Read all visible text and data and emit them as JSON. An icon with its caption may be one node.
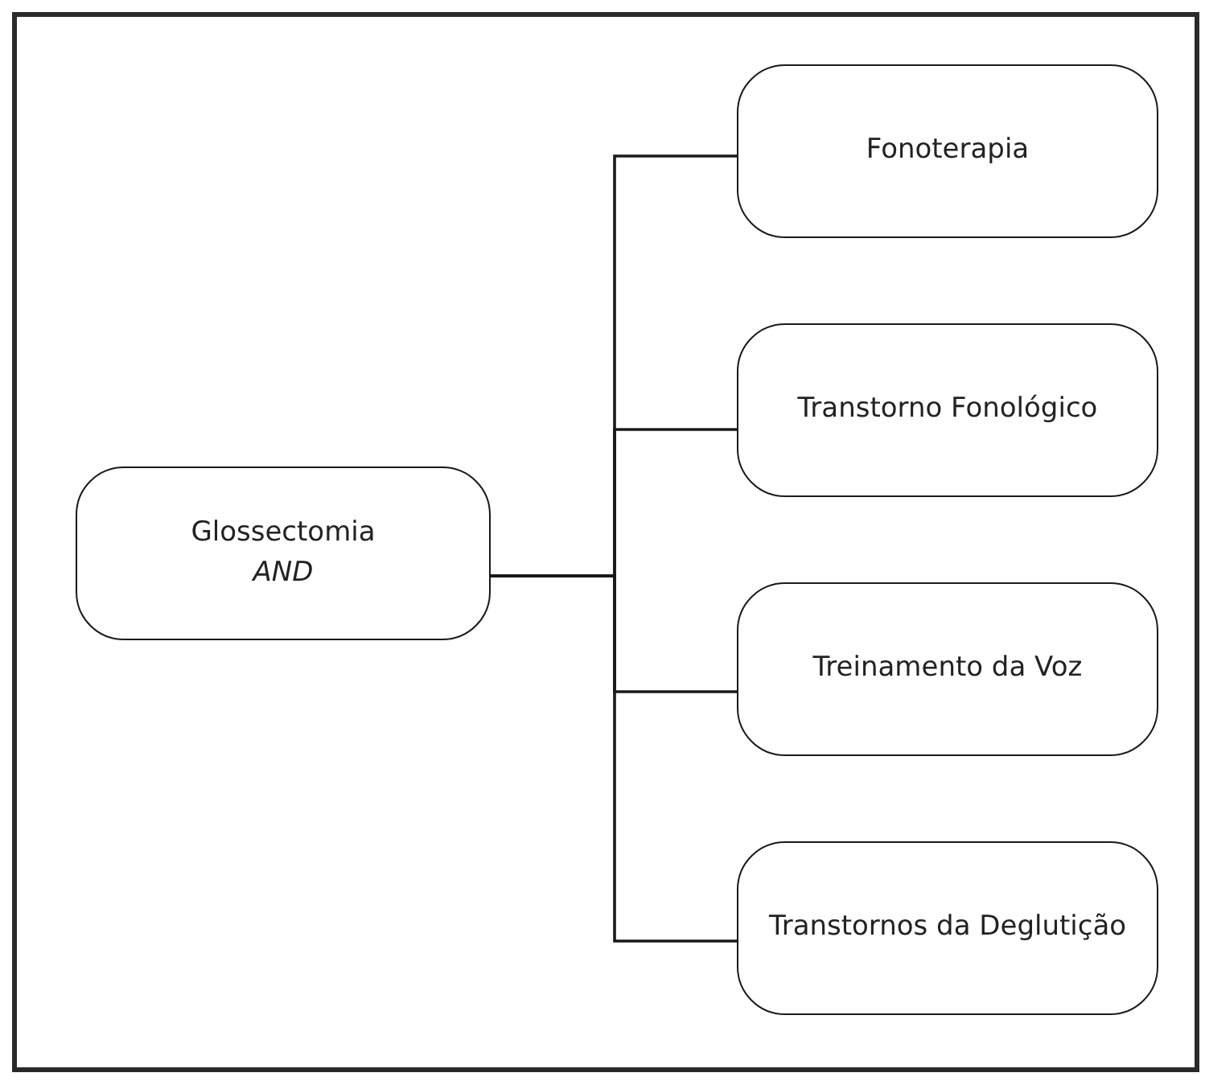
{
  "diagram": {
    "nodes": [
      {
        "text": [
          "Glossectomia",
          "AND"
        ]
      },
      {
        "text": [
          "Fonoterapia"
        ]
      },
      {
        "text": [
          "Transtorno Fonológico"
        ]
      },
      {
        "text": [
          "Treinamento da Voz"
        ]
      },
      {
        "text": [
          "Transtornos da Deglutição"
        ]
      }
    ],
    "edges": [
      {
        "from": 0,
        "to": 1,
        "arrow": "none"
      },
      {
        "from": 0,
        "to": 2,
        "arrow": "none"
      },
      {
        "from": 0,
        "to": 3,
        "arrow": "none"
      },
      {
        "from": 0,
        "to": 4,
        "arrow": "none"
      }
    ]
  }
}
